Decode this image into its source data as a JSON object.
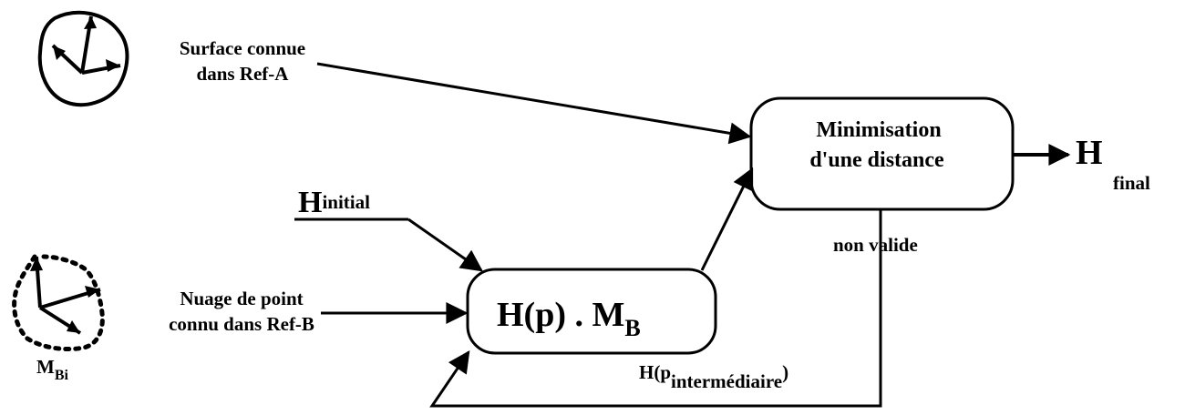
{
  "inputs": {
    "surface_line1": "Surface connue",
    "surface_line2": "dans Ref-A",
    "h_initial_main": "H",
    "h_initial_sub": "initial",
    "cloud_line1": "Nuage de point",
    "cloud_line2": "connu dans Ref-B",
    "cloud_symbol_main": "M",
    "cloud_symbol_sub": "Bi"
  },
  "transform_box": {
    "main": "H(p) . M",
    "sub": "B"
  },
  "minimisation_box": {
    "line1": "Minimisation",
    "line2": "d'une distance"
  },
  "output": {
    "main": "H",
    "sub": "final"
  },
  "feedback": {
    "condition": "non valide",
    "value_main": "H(p",
    "value_sub": "intermédiaire",
    "value_close": ")"
  },
  "colors": {
    "ink": "#000000",
    "background": "#ffffff"
  },
  "icons": [
    "surface-frame-icon",
    "point-cloud-frame-icon"
  ]
}
